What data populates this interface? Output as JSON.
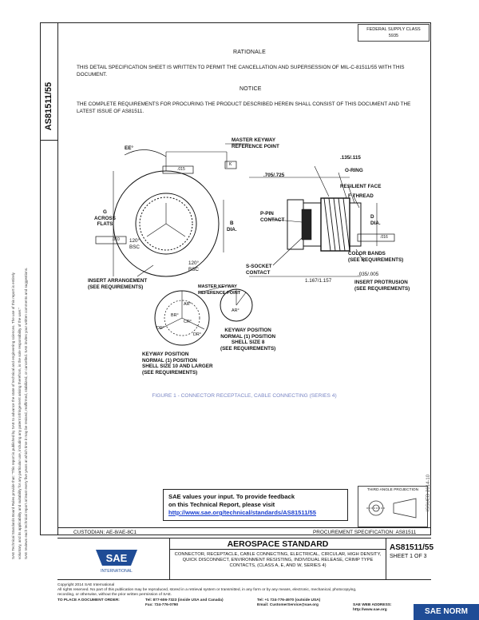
{
  "fsc_box": "FEDERAL SUPPLY CLASS\n5935",
  "doc_number_vertical": "AS81511/55",
  "rationale": {
    "heading": "RATIONALE",
    "text": "THIS DETAIL SPECIFICATION SHEET IS WRITTEN TO PERMIT THE CANCELLATION AND SUPERSESSION OF MIL-C-81511/55 WITH THIS DOCUMENT."
  },
  "notice": {
    "heading": "NOTICE",
    "text": "THE COMPLETE REQUIREMENTS FOR PROCURING THE PRODUCT DESCRIBED HEREIN SHALL CONSIST OF THIS DOCUMENT AND THE LATEST ISSUE OF AS81511."
  },
  "legal_vertical": [
    "SAE Technical Standards Board Rules provide that: \"This report is published by SAE to advance the state of technical and engineering sciences. The use of this report is entirely",
    "voluntary, and its applicability and suitability for any particular use, including any patent infringement arising therefrom, is the sole responsibility of the user.\"",
    "SAE reviews each technical report at least every five years at which time it may be revised, reaffirmed, stabilized, or cancelled. SAE invites your written comments and suggestions."
  ],
  "diagram_labels": {
    "ee": "EE°",
    "master_keyway": "MASTER KEYWAY\nREFERENCE POINT",
    "dim_135": ".135/.115",
    "dim_705": ".705/.725",
    "oring": "O-RING",
    "resilient_face": "RESILIENT FACE",
    "f_thread": "F THREAD",
    "g_across_flats": "G\nACROSS\nFLATS",
    "tol_g": ".010",
    "angle_120_left": "120°\nBSC",
    "angle_120_bottom": "120°\nBSC",
    "b_dia": "B\nDIA.",
    "ppin_contact": "P-PIN\nCONTACT",
    "d_dia": "D\nDIA.",
    "tol_d": ".016",
    "tol_top": ".015",
    "datum_k": "K",
    "color_bands": "COLOR BANDS\n(SEE REQUIREMENTS)",
    "ssocket_contact": "S-SOCKET\nCONTACT",
    "dim_1167": "1.167/1.157",
    "dim_035": ".035/.005",
    "insert_protrusion": "INSERT PROTRUSION\n(SEE REQUIREMENTS)",
    "insert_arrangement": "INSERT ARRANGEMENT\n(SEE REQUIREMENTS)",
    "master_keyway_small": "MASTER KEYWAY\nREFERENCE POINT",
    "ar1": "AR°",
    "ar2": "AR°",
    "br": "BR°",
    "cr": "CR°",
    "dr1": "DR°",
    "dr2": "DR°",
    "keyway_pos_8": "KEYWAY POSITION\nNORMAL (1) POSITION\nSHELL SIZE 8\n(SEE REQUIREMENTS)",
    "keyway_pos_10": "KEYWAY POSITION\nNORMAL (1) POSITION\nSHELL SIZE 10 AND LARGER\n(SEE REQUIREMENTS)"
  },
  "figure_caption": "FIGURE 1 - CONNECTOR RECEPTACLE, CABLE CONNECTING (SERIES 4)",
  "revision_code": "ISSUED 2014-10",
  "third_angle": "THIRD ANGLE PROJECTION",
  "feedback": {
    "line1": "SAE values your input. To provide feedback",
    "line2": "on this Technical Report, please visit",
    "url": "http://www.sae.org/technical/standards/AS81511/55"
  },
  "custodian": "CUSTODIAN: AE-8/AE-8C1",
  "procurement": "PROCUREMENT SPECIFICATION: AS81511",
  "standard_header": "AEROSPACE STANDARD",
  "standard_title": "CONNECTOR, RECEPTACLE, CABLE CONNECTING, ELECTRICAL, CIRCULAR, HIGH DENSITY, QUICK DISCONNECT, ENVIRONMENT RESISTING, INDIVIDUAL RELEASE, CRIMP TYPE CONTACTS, (CLASS A, E, AND W, SERIES 4)",
  "sheet": {
    "number": "AS81511/55",
    "of": "SHEET 1 OF 3"
  },
  "logo_text": "SAE",
  "logo_sub": "INTERNATIONAL",
  "copyright": [
    "Copyright 2014 SAE International",
    "All rights reserved. No part of this publication may be reproduced, stored in a retrieval system or transmitted, in any form or by any means, electronic, mechanical, photocopying,",
    "recording, or otherwise, without the prior written permission of SAE."
  ],
  "order_line": "TO PLACE A DOCUMENT ORDER:",
  "tel_us": "Tel: 877-606-7323 (inside USA and Canada)",
  "tel_intl": "Tel: +1 724-776-4970 (outside USA)",
  "fax": "Fax: 724-776-0790",
  "email": "Email: CustomerService@sae.org",
  "web": "SAE WEB ADDRESS: http://www.sae.org",
  "saenorm": "SAE NORM"
}
